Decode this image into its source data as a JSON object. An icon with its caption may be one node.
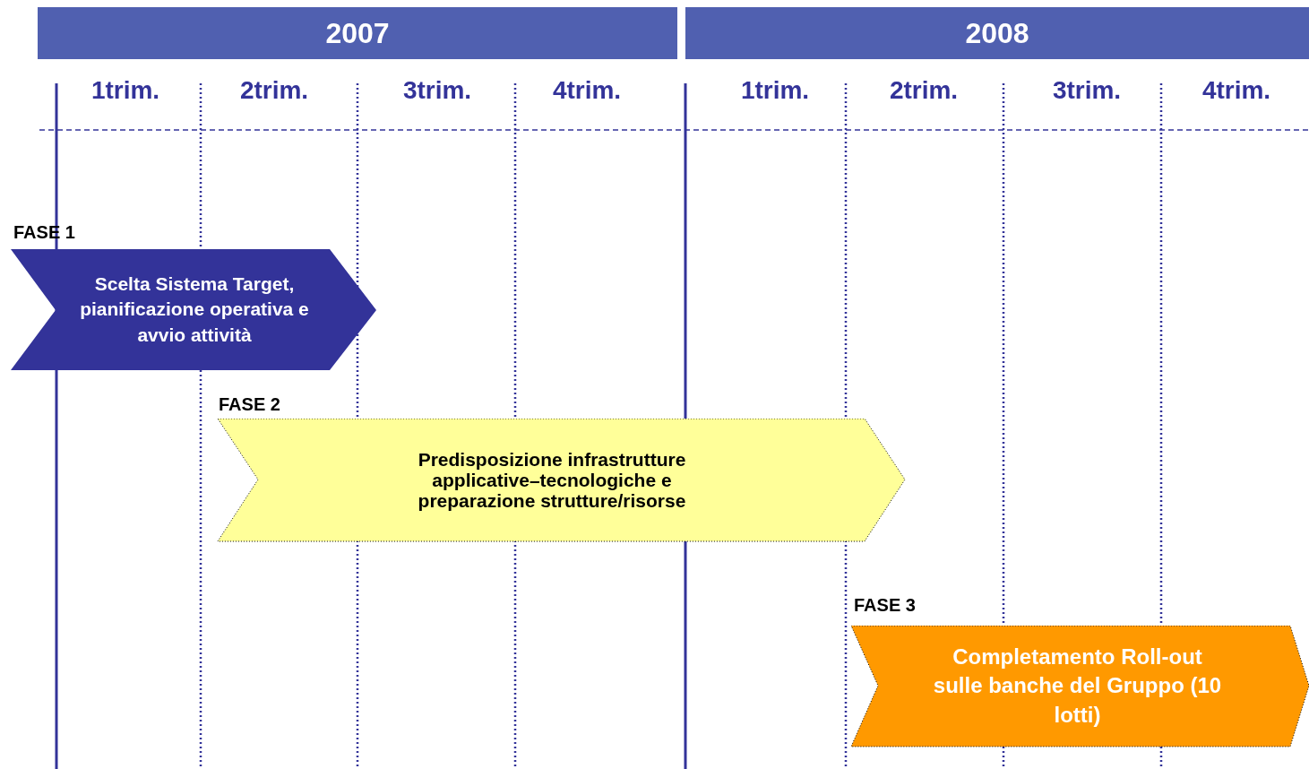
{
  "diagram": {
    "nodes": [
      {
        "text": [
          "2007"
        ]
      },
      {
        "text": [
          "2008"
        ]
      },
      {
        "text": [
          "FASE 1",
          "Scelta Sistema Target, pianificazione operativa e avvio attività"
        ]
      },
      {
        "text": [
          "FASE 2",
          "Predisposizione infrastrutture applicative–tecnologiche e preparazione strutture/risorse"
        ]
      },
      {
        "text": [
          "FASE 3",
          "Completamento Roll-out sulle banche del Gruppo (10 lotti)"
        ]
      }
    ],
    "labels": [
      "1trim.",
      "2trim.",
      "3trim.",
      "4trim.",
      "1trim.",
      "2trim.",
      "3trim.",
      "4trim."
    ]
  }
}
